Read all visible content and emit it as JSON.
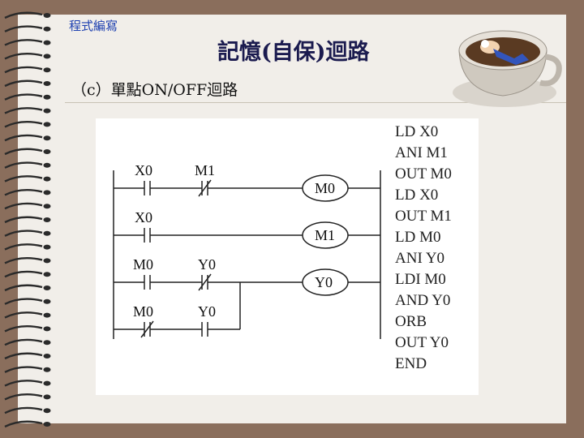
{
  "header": {
    "label": "程式編寫"
  },
  "slide": {
    "title": "記憶(自保)迴路",
    "subtitle": "（c）單點ON/OFF迴路"
  },
  "ladder": {
    "rung1": {
      "contact1": "X0",
      "contact2": "M1",
      "coil": "M0"
    },
    "rung2": {
      "contact1": "X0",
      "coil": "M1"
    },
    "rung3": {
      "contact1": "M0",
      "contact2": "Y0",
      "coil": "Y0"
    },
    "rung4": {
      "contact1": "M0",
      "contact2": "Y0"
    }
  },
  "instructions": [
    "LD  X0",
    "ANI  M1",
    "OUT M0",
    "LD  X0",
    "OUT M1",
    "LD  M0",
    "ANI  Y0",
    "LDI  M0",
    "AND Y0",
    "ORB",
    "OUT Y0",
    "END"
  ],
  "colors": {
    "background": "#8a6e5c",
    "slide": "#f1eee9",
    "title": "#1b1b4f",
    "header": "#1c3fb0"
  },
  "icons": {
    "spiral": "spiral-binding-icon",
    "coffee": "coffee-cup-icon"
  }
}
